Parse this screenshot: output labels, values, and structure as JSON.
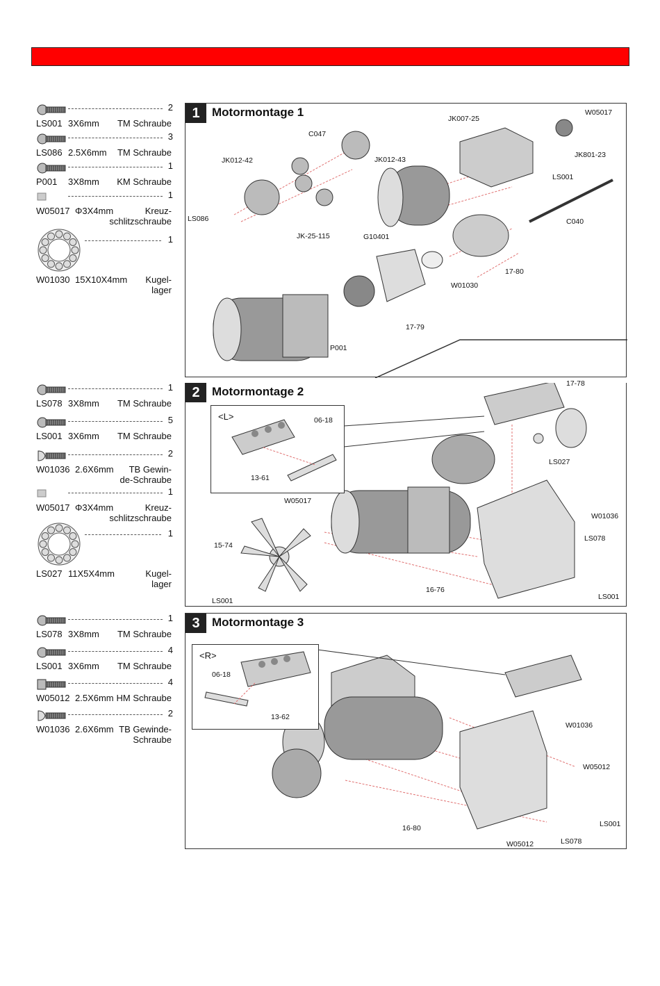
{
  "colors": {
    "banner": "#ff0000",
    "step_badge": "#222222",
    "guide_line": "#e07070"
  },
  "parts_1": [
    {
      "code": "LS001",
      "size": "3X6mm",
      "desc": "TM Schraube",
      "qty": "2",
      "icon": "pan-head-screw-icon"
    },
    {
      "code": "LS086",
      "size": "2.5X6mm",
      "desc": "TM Schraube",
      "qty": "3",
      "icon": "pan-head-screw-icon"
    },
    {
      "code": "P001",
      "size": "3X8mm",
      "desc": "KM Schraube",
      "qty": "1",
      "icon": "countersunk-screw-icon"
    },
    {
      "code": "W05017",
      "size": "Φ3X4mm",
      "desc": "Kreuz-\nschlitzschraube",
      "qty": "1",
      "icon": "grub-screw-icon"
    },
    {
      "code": "W01030",
      "size": "15X10X4mm",
      "desc": "Kugel-\nlager",
      "qty": "1",
      "icon": "ball-bearing-icon"
    }
  ],
  "parts_2": [
    {
      "code": "LS078",
      "size": "3X8mm",
      "desc": "TM Schraube",
      "qty": "1",
      "icon": "pan-head-screw-icon"
    },
    {
      "code": "LS001",
      "size": "3X6mm",
      "desc": "TM Schraube",
      "qty": "5",
      "icon": "pan-head-screw-icon"
    },
    {
      "code": "W01036",
      "size": "2.6X6mm",
      "desc": "TB Gewin-\nde-Schraube",
      "qty": "2",
      "icon": "tapping-screw-icon"
    },
    {
      "code": "W05017",
      "size": "Φ3X4mm",
      "desc": "Kreuz-\nschlitzschraube",
      "qty": "1",
      "icon": "grub-screw-icon"
    },
    {
      "code": "LS027",
      "size": "11X5X4mm",
      "desc": "Kugel-\nlager",
      "qty": "1",
      "icon": "ball-bearing-icon"
    }
  ],
  "parts_3": [
    {
      "code": "LS078",
      "size": "3X8mm",
      "desc": "TM Schraube",
      "qty": "1",
      "icon": "pan-head-screw-icon"
    },
    {
      "code": "LS001",
      "size": "3X6mm",
      "desc": "TM Schraube",
      "qty": "4",
      "icon": "pan-head-screw-icon"
    },
    {
      "code": "W05012",
      "size": "2.5X6mm",
      "desc": "HM Schraube",
      "qty": "4",
      "icon": "socket-head-screw-icon"
    },
    {
      "code": "W01036",
      "size": "2.6X6mm",
      "desc": "TB Gewinde-\nSchraube",
      "qty": "2",
      "icon": "tapping-screw-icon"
    }
  ],
  "step1": {
    "number": "1",
    "title": "Motormontage 1",
    "labels": [
      "W05017",
      "JK007-25",
      "JK801-23",
      "LS001",
      "C047",
      "JK012-43",
      "JK012-42",
      "LS086",
      "JK-25-115",
      "G10401",
      "C040",
      "17-80",
      "W01030",
      "17-79",
      "P001"
    ]
  },
  "step2": {
    "number": "2",
    "title": "Motormontage 2",
    "inset_tag": "<L>",
    "labels": [
      "17-78",
      "06-18",
      "LS027",
      "13-61",
      "W05017",
      "W01036",
      "LS078",
      "15-74",
      "16-76",
      "LS001",
      "LS001"
    ]
  },
  "step3": {
    "number": "3",
    "title": "Motormontage 3",
    "inset_tag": "<R>",
    "labels": [
      "06-18",
      "13-62",
      "W01036",
      "W05012",
      "LS001",
      "16-80",
      "W05012",
      "LS078"
    ]
  }
}
